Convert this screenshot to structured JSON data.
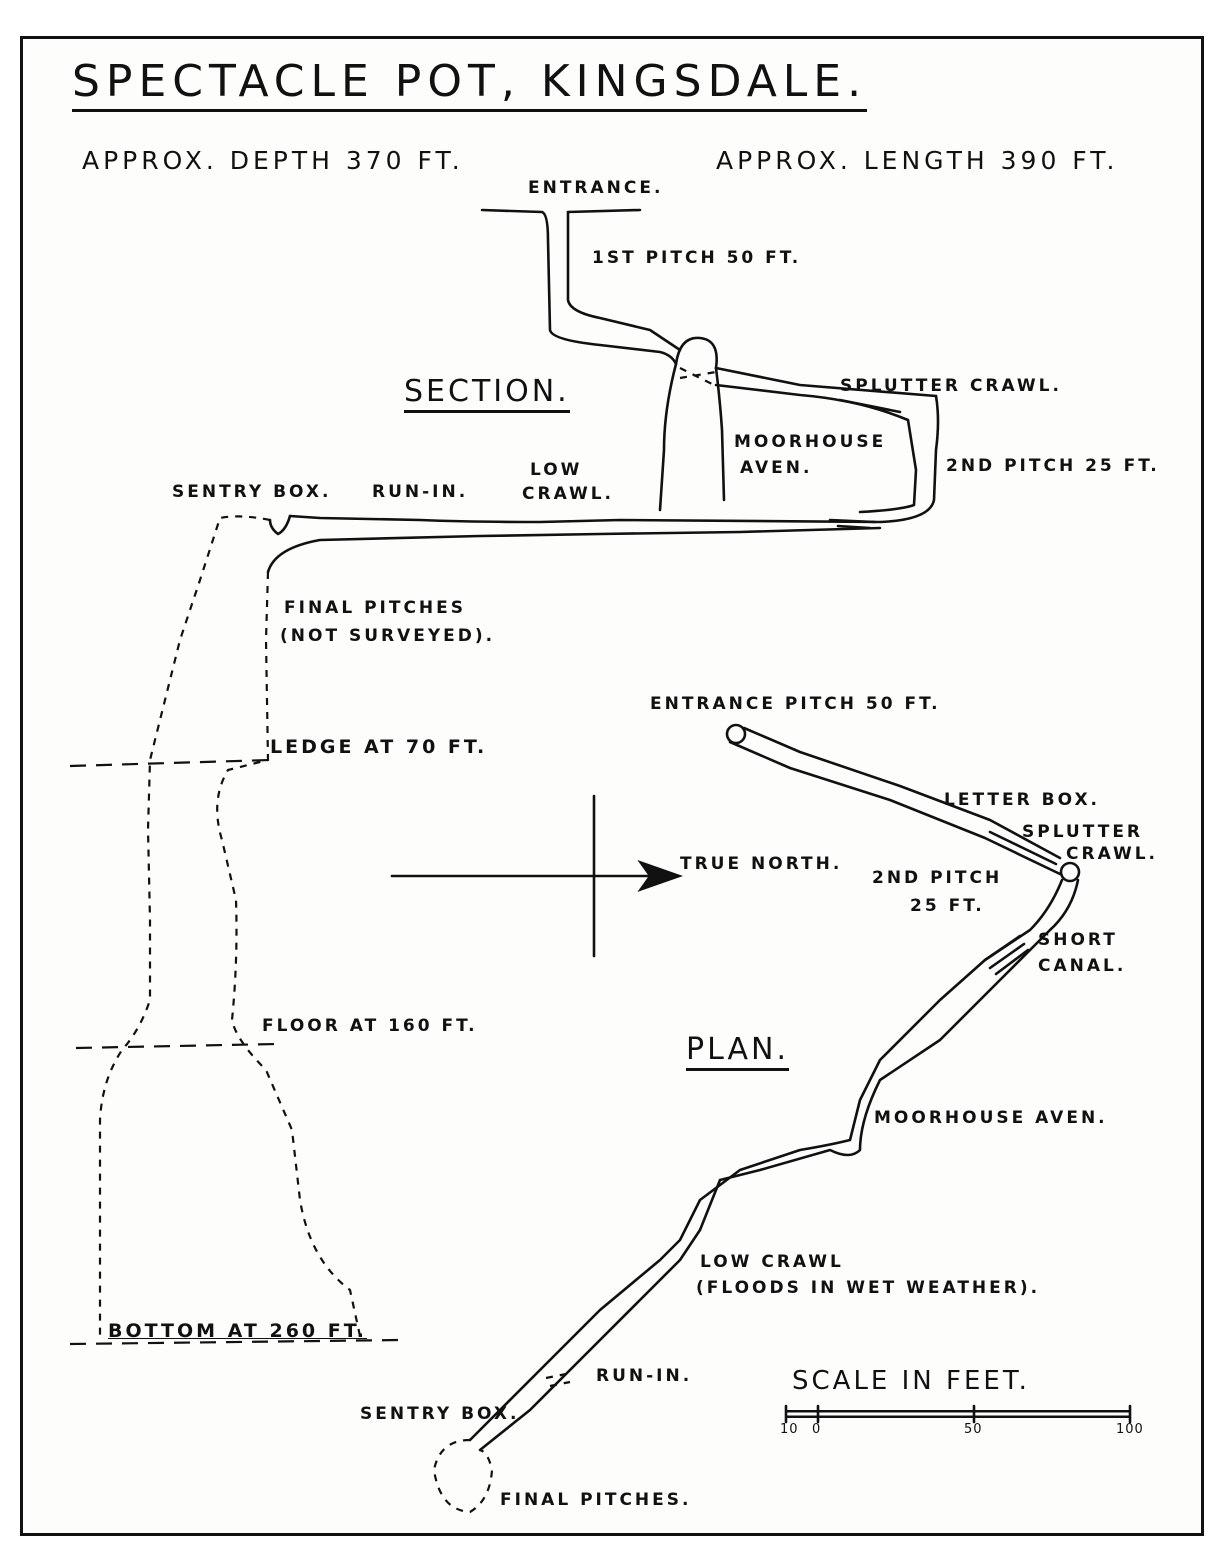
{
  "title": "SPECTACLE POT, KINGSDALE.",
  "depth": "APPROX. DEPTH 370 FT.",
  "length": "APPROX. LENGTH 390 FT.",
  "section": {
    "heading": "SECTION.",
    "labels": {
      "entrance": "ENTRANCE.",
      "first_pitch": "1ST PITCH 50 FT.",
      "splutter_crawl": "SPLUTTER CRAWL.",
      "moorhouse_aven_1": "MOORHOUSE",
      "moorhouse_aven_2": "AVEN.",
      "second_pitch": "2ND PITCH 25 FT.",
      "sentry_box": "SENTRY BOX.",
      "run_in": "RUN-IN.",
      "low_1": "LOW",
      "low_2": "CRAWL.",
      "final_1": "FINAL PITCHES",
      "final_2": "(NOT SURVEYED).",
      "ledge": "LEDGE AT 70 FT.",
      "floor": "FLOOR AT 160 FT.",
      "bottom": "BOTTOM AT 260 FT."
    }
  },
  "north": {
    "label": "TRUE NORTH."
  },
  "plan": {
    "heading": "PLAN.",
    "labels": {
      "entrance_pitch": "ENTRANCE PITCH 50 FT.",
      "letter_box": "LETTER BOX.",
      "splutter_1": "SPLUTTER",
      "splutter_2": "CRAWL.",
      "second_pitch_1": "2ND PITCH",
      "second_pitch_2": "25 FT.",
      "short_canal_1": "SHORT",
      "short_canal_2": "CANAL.",
      "moorhouse": "MOORHOUSE AVEN.",
      "low_crawl_1": "LOW CRAWL",
      "low_crawl_2": "(FLOODS IN WET WEATHER).",
      "run_in": "RUN-IN.",
      "sentry_box": "SENTRY BOX.",
      "final": "FINAL PITCHES."
    }
  },
  "scale": {
    "label": "SCALE IN FEET.",
    "ticks": [
      "10",
      "0",
      "50",
      "100"
    ]
  }
}
